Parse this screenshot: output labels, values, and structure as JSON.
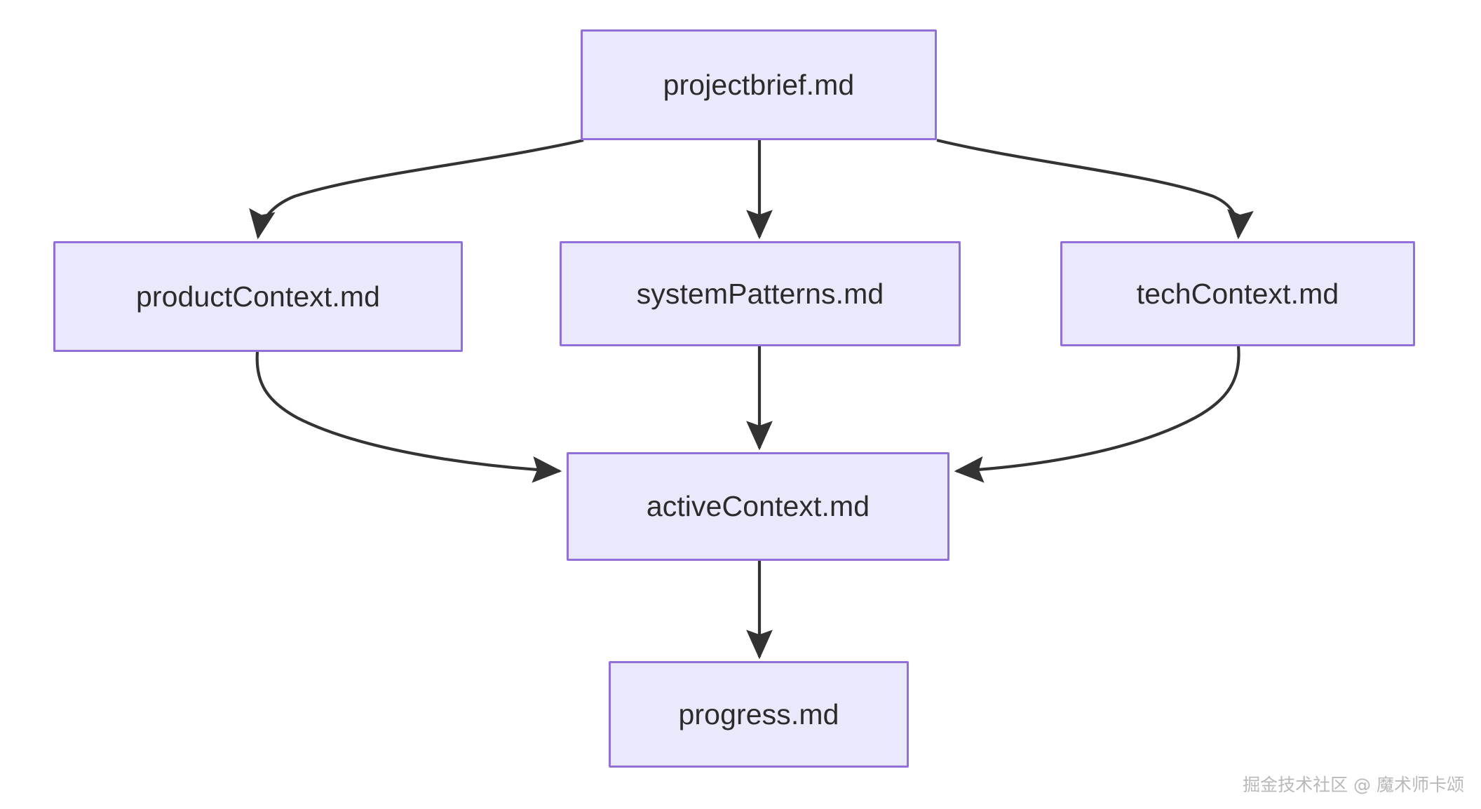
{
  "diagram": {
    "type": "flowchart",
    "direction": "top-down",
    "title": "",
    "colors": {
      "node_fill": "#eae8fb",
      "node_border": "#9270da",
      "node_text": "#2b2b2b",
      "edge_stroke": "#333333",
      "background": "#ffffff",
      "watermark_text": "#b9b9b9"
    },
    "nodes": [
      {
        "id": "projectbrief",
        "label": "projectbrief.md"
      },
      {
        "id": "productContext",
        "label": "productContext.md"
      },
      {
        "id": "systemPatterns",
        "label": "systemPatterns.md"
      },
      {
        "id": "techContext",
        "label": "techContext.md"
      },
      {
        "id": "activeContext",
        "label": "activeContext.md"
      },
      {
        "id": "progress",
        "label": "progress.md"
      }
    ],
    "edges": [
      {
        "from": "projectbrief",
        "to": "productContext",
        "label": "",
        "style": "curved-arrow"
      },
      {
        "from": "projectbrief",
        "to": "systemPatterns",
        "label": "",
        "style": "straight-arrow"
      },
      {
        "from": "projectbrief",
        "to": "techContext",
        "label": "",
        "style": "curved-arrow"
      },
      {
        "from": "productContext",
        "to": "activeContext",
        "label": "",
        "style": "curved-arrow"
      },
      {
        "from": "systemPatterns",
        "to": "activeContext",
        "label": "",
        "style": "straight-arrow"
      },
      {
        "from": "techContext",
        "to": "activeContext",
        "label": "",
        "style": "curved-arrow"
      },
      {
        "from": "activeContext",
        "to": "progress",
        "label": "",
        "style": "straight-arrow"
      }
    ]
  },
  "watermark": {
    "text": "掘金技术社区 @ 魔术师卡颂"
  }
}
